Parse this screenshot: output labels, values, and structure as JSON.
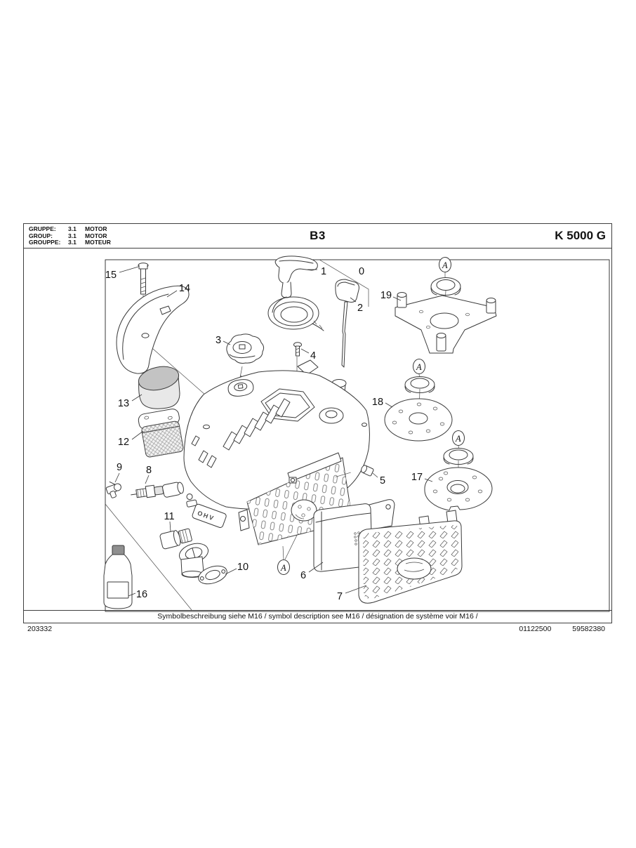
{
  "header": {
    "group_rows": [
      {
        "label": "GRUPPE:",
        "num": "3.1",
        "name": "MOTOR"
      },
      {
        "label": "GROUP:",
        "num": "3.1",
        "name": "MOTOR"
      },
      {
        "label": "GROUPPE:",
        "num": "3.1",
        "name": "MOTEUR"
      }
    ],
    "page_code": "B3",
    "model": "K 5000 G"
  },
  "footer": {
    "symbol_note": "Symbolbeschreibung siehe M16 / symbol description see M16 / désignation de système voir M16 /",
    "bottom_left_number": "203332",
    "bottom_right_numbers": {
      "first": "01122500",
      "second": "59582380"
    }
  },
  "diagram": {
    "engine_text": "OHV",
    "callouts": {
      "0": "0",
      "1": "1",
      "2": "2",
      "3": "3",
      "4": "4",
      "5": "5",
      "6": "6",
      "7": "7",
      "8": "8",
      "9": "9",
      "10": "10",
      "11": "11",
      "12": "12",
      "13": "13",
      "14": "14",
      "15": "15",
      "16": "16",
      "17": "17",
      "18": "18",
      "19": "19",
      "A": "A"
    }
  }
}
